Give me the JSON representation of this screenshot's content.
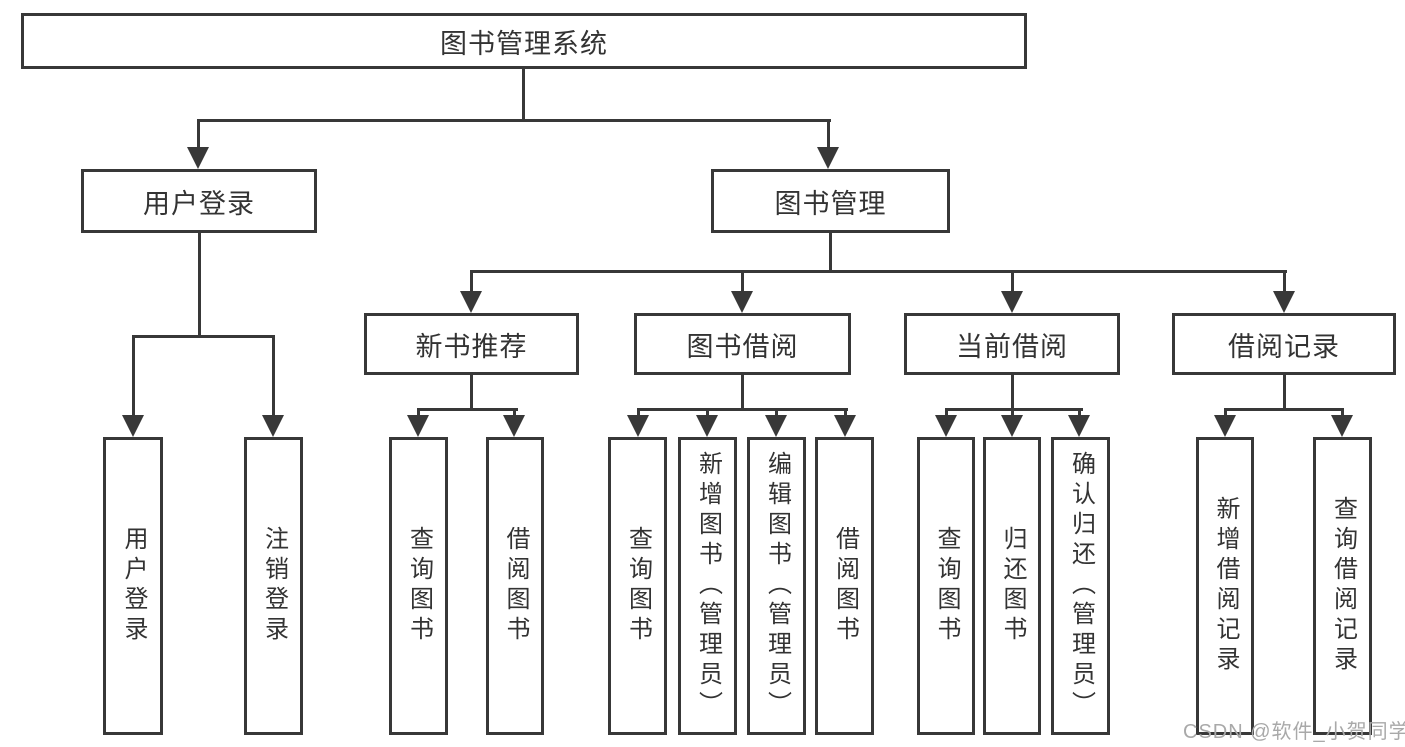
{
  "diagram": {
    "title": "图书管理系统",
    "root": {
      "label": "图书管理系统"
    },
    "branches": [
      {
        "label": "用户登录",
        "children": [
          {
            "label": "用户登录"
          },
          {
            "label": "注销登录"
          }
        ]
      },
      {
        "label": "图书管理",
        "children": [
          {
            "label": "新书推荐",
            "children": [
              {
                "label": "查询图书"
              },
              {
                "label": "借阅图书"
              }
            ]
          },
          {
            "label": "图书借阅",
            "children": [
              {
                "label": "查询图书"
              },
              {
                "label": "新增图书（管理员）"
              },
              {
                "label": "编辑图书（管理员）"
              },
              {
                "label": "借阅图书"
              }
            ]
          },
          {
            "label": "当前借阅",
            "children": [
              {
                "label": "查询图书"
              },
              {
                "label": "归还图书"
              },
              {
                "label": "确认归还（管理员）"
              }
            ]
          },
          {
            "label": "借阅记录",
            "children": [
              {
                "label": "新增借阅记录"
              },
              {
                "label": "查询借阅记录"
              }
            ]
          }
        ]
      }
    ]
  },
  "watermark": {
    "text": "CSDN @软件_小贺同学"
  },
  "colors": {
    "line": "#383838",
    "text": "#333333",
    "background": "#ffffff",
    "watermark": "#a9a9a9"
  }
}
